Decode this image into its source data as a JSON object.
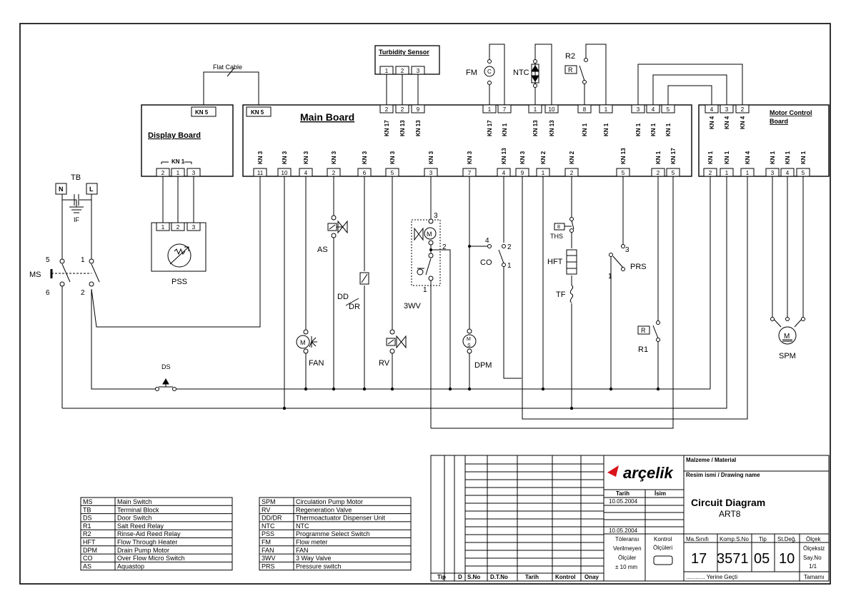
{
  "boards": {
    "main": "Main Board",
    "display": "Display Board",
    "motor_control": "Motor Control Board",
    "turbidity": "Turbidity Sensor",
    "flat_cable": "Flat Cable",
    "kn5": "KN 5",
    "kn1": "KN 1"
  },
  "main_top_pins": [
    {
      "kn": "KN 17",
      "pin": "2"
    },
    {
      "kn": "KN 13",
      "pin": "2"
    },
    {
      "kn": "KN 13",
      "pin": "9"
    },
    {
      "kn": "KN 17",
      "pin": "1"
    },
    {
      "kn": "KN 1",
      "pin": "7"
    },
    {
      "kn": "KN 13",
      "pin": "1"
    },
    {
      "kn": "KN 13",
      "pin": "10"
    },
    {
      "kn": "KN 1",
      "pin": "8"
    },
    {
      "kn": "KN 1",
      "pin": "1"
    },
    {
      "kn": "KN 1",
      "pin": "3"
    },
    {
      "kn": "KN 1",
      "pin": "4"
    },
    {
      "kn": "KN 1",
      "pin": "5"
    }
  ],
  "main_bottom_pins": [
    {
      "kn": "KN 3",
      "pin": "11"
    },
    {
      "kn": "KN 3",
      "pin": "10"
    },
    {
      "kn": "KN 3",
      "pin": "4"
    },
    {
      "kn": "KN 3",
      "pin": "2"
    },
    {
      "kn": "KN 3",
      "pin": "6"
    },
    {
      "kn": "KN 3",
      "pin": "5"
    },
    {
      "kn": "KN 3",
      "pin": "3"
    },
    {
      "kn": "KN 3",
      "pin": "7"
    },
    {
      "kn": "KN 13",
      "pin": "4"
    },
    {
      "kn": "KN 3",
      "pin": "9"
    },
    {
      "kn": "KN 2",
      "pin": "1"
    },
    {
      "kn": "KN 2",
      "pin": "2"
    },
    {
      "kn": "KN 13",
      "pin": "5"
    },
    {
      "kn": "KN 1",
      "pin": "2"
    },
    {
      "kn": "KN 17",
      "pin": "5"
    }
  ],
  "motor_top_pins": [
    {
      "kn": "KN 4",
      "pin": "4"
    },
    {
      "kn": "KN 4",
      "pin": "3"
    },
    {
      "kn": "KN 4",
      "pin": "2"
    }
  ],
  "motor_bottom_pins": [
    {
      "kn": "KN 1",
      "pin": "2"
    },
    {
      "kn": "KN 1",
      "pin": "1"
    },
    {
      "kn": "KN 4",
      "pin": "1"
    },
    {
      "kn": "KN 1",
      "pin": "3"
    },
    {
      "kn": "KN 1",
      "pin": "4"
    },
    {
      "kn": "KN 1",
      "pin": "5"
    }
  ],
  "turbidity_pins": [
    "1",
    "2",
    "3"
  ],
  "display_pins": [
    "2",
    "1",
    "3"
  ],
  "pss_pins": [
    "1",
    "2",
    "3"
  ],
  "labels": {
    "TB": "TB",
    "N": "N",
    "L": "L",
    "IF": "IF",
    "MS": "MS",
    "ms5": "5",
    "ms1": "1",
    "ms6": "6",
    "ms2": "2",
    "PSS": "PSS",
    "AS": "AS",
    "DD": "DD",
    "DR": "DR",
    "threeWV": "3WV",
    "wv3": "3",
    "wv2": "2",
    "wv1": "1",
    "CO": "CO",
    "co4": "4",
    "co2": "2",
    "co1": "1",
    "THS": "THS",
    "ths8": "8",
    "HFT": "HFT",
    "TF": "TF",
    "PRS": "PRS",
    "prs3": "3",
    "prs1": "1",
    "R1": "R1",
    "R2": "R2",
    "R": "R",
    "FM": "FM",
    "NTC": "NTC",
    "M": "M",
    "S": "S",
    "FAN": "FAN",
    "RV": "RV",
    "DPM": "DPM",
    "DS": "DS",
    "SPM": "SPM"
  },
  "legend_left": [
    [
      "MS",
      "Main  Switch"
    ],
    [
      "TB",
      "Terminal  Block"
    ],
    [
      "DS",
      "Door  Switch"
    ],
    [
      "R1",
      "Salt  Reed  Relay"
    ],
    [
      "R2",
      "Rinse-Aid  Reed  Relay"
    ],
    [
      "HFT",
      "Flow  Through  Heater"
    ],
    [
      "DPM",
      "Drain  Pump  Motor"
    ],
    [
      "CO",
      "Over  Flow  Micro  Switch"
    ],
    [
      "AS",
      "Aquastop"
    ]
  ],
  "legend_right": [
    [
      "SPM",
      "Circulation  Pump  Motor"
    ],
    [
      "RV",
      "Regeneration  Valve"
    ],
    [
      "DD/DR",
      "Thermoactuator  Dispenser  Unit"
    ],
    [
      "NTC",
      "NTC"
    ],
    [
      "PSS",
      "Programme  Select  Switch"
    ],
    [
      "FM",
      "Flow meter"
    ],
    [
      "FAN",
      "FAN"
    ],
    [
      "3WV",
      "3  Way  Valve"
    ],
    [
      "PRS",
      "Pressure switch"
    ]
  ],
  "title_block": {
    "columns": [
      "Tip",
      "D",
      "S.No",
      "D.T.No",
      "Tarih",
      "Kontrol",
      "Onay"
    ],
    "brand": "arçelik",
    "tarih_label": "Tarih",
    "isim_label": "İsim",
    "date1": "10.05.2004",
    "date2": "10.05.2004",
    "tolerance": [
      "Töleransı",
      "Verilmeyen",
      "Ölçüler",
      "± 10 mm"
    ],
    "kontrol": [
      "Kontrol",
      "Ölçüleri"
    ],
    "material": "Malzeme / Material",
    "drawing_name_label": "Resim ismi / Drawing name",
    "drawing_name": "Circuit  Diagram",
    "model": "ART8",
    "headers": [
      "Ma.Sınıfı",
      "Komp.S.No",
      "Tip",
      "St.Değ.",
      "Ölçek"
    ],
    "values": [
      "17",
      "3571",
      "05",
      "10"
    ],
    "scale": "Ölçeksiz",
    "sayfa_label": "Say.No",
    "sayfa": "1/1",
    "yerine": "............ Yerine Geçti",
    "tamami": "Tamamı"
  }
}
